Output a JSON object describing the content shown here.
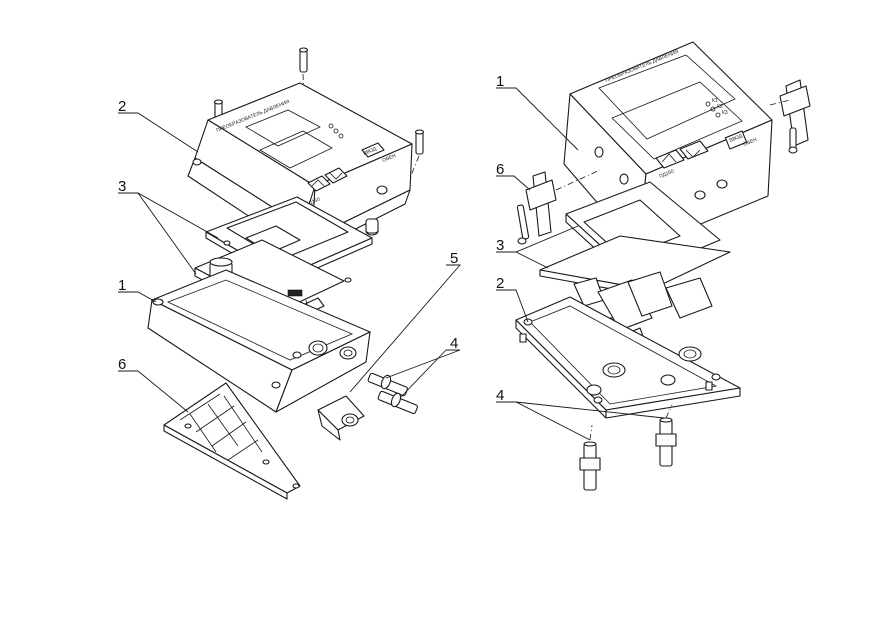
{
  "left_view": {
    "callouts": [
      "2",
      "3",
      "1",
      "6",
      "5",
      "4"
    ]
  },
  "right_view": {
    "callouts": [
      "1",
      "6",
      "3",
      "2",
      "4"
    ]
  },
  "device": {
    "title_left": "ПРЕОБРАЗОВАТЕЛЬ ДАВЛЕНИЯ",
    "title_right": "ПРЕОБРАЗОВАТЕЛЬ ДАВЛЕНИЯ",
    "model_left": "ПД150",
    "model_right": "ПД150",
    "brand": "ОВЕН",
    "enter_key": "ВВОД",
    "indicators": [
      "К1",
      "К2",
      "К3"
    ]
  }
}
